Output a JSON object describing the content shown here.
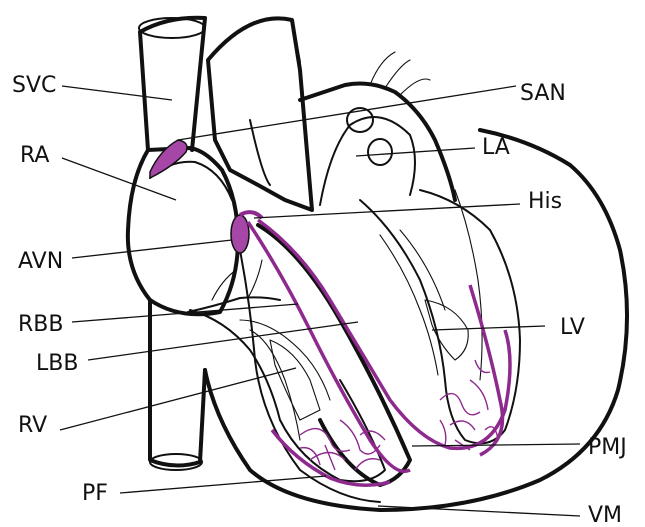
{
  "colors": {
    "conduction": "#8e2a8e",
    "node_fill": "#a646a6",
    "outline": "#111111"
  },
  "labels": {
    "svc": "SVC",
    "ra": "RA",
    "avn": "AVN",
    "rbb": "RBB",
    "lbb": "LBB",
    "rv": "RV",
    "pf": "PF",
    "san": "SAN",
    "la": "LA",
    "his": "His",
    "lv": "LV",
    "pmj": "PMJ",
    "vm": "VM"
  }
}
